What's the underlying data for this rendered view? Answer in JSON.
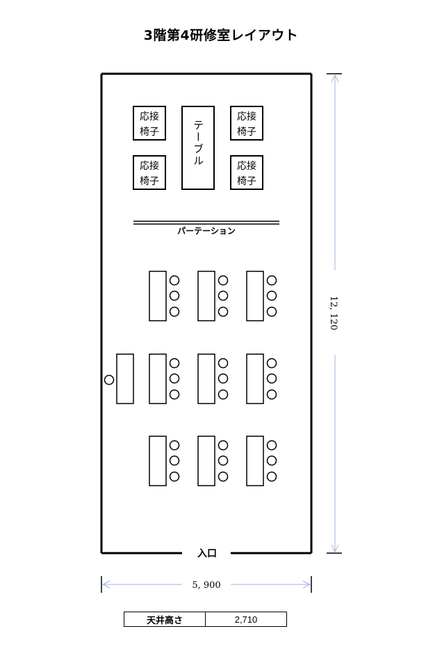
{
  "title": "3階第4研修室レイアウト",
  "labels": {
    "chair": [
      "応接",
      "椅子"
    ],
    "table": "テーブル",
    "partition": "パーテーション",
    "entrance": "入口"
  },
  "dimensions": {
    "width": "5, 900",
    "depth": "12, 120"
  },
  "info": {
    "ceiling_label": "天井高さ",
    "ceiling_value": "2,710"
  },
  "colors": {
    "dimension_line": "#9fb4d6",
    "stroke": "#000000"
  }
}
